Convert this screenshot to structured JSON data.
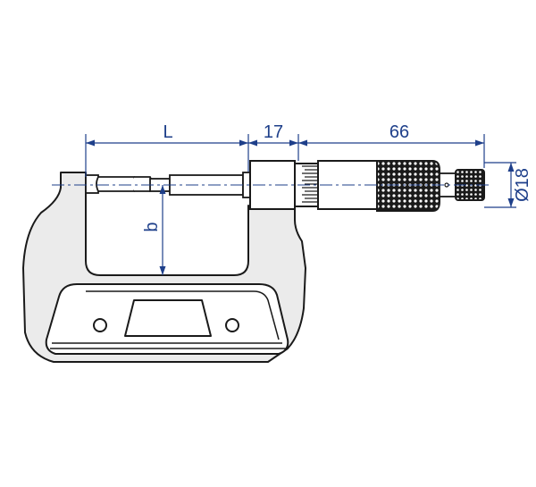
{
  "dimensions": {
    "length_label": "L",
    "spindle_label": "17",
    "thimble_label": "66",
    "diameter_label": "Ø18",
    "depth_label": "b"
  },
  "colors": {
    "dimension_line": "#1e3f8a",
    "frame_fill": "#ebebeb",
    "outline": "#1a1a1a",
    "axis": "#1e3f8a"
  }
}
